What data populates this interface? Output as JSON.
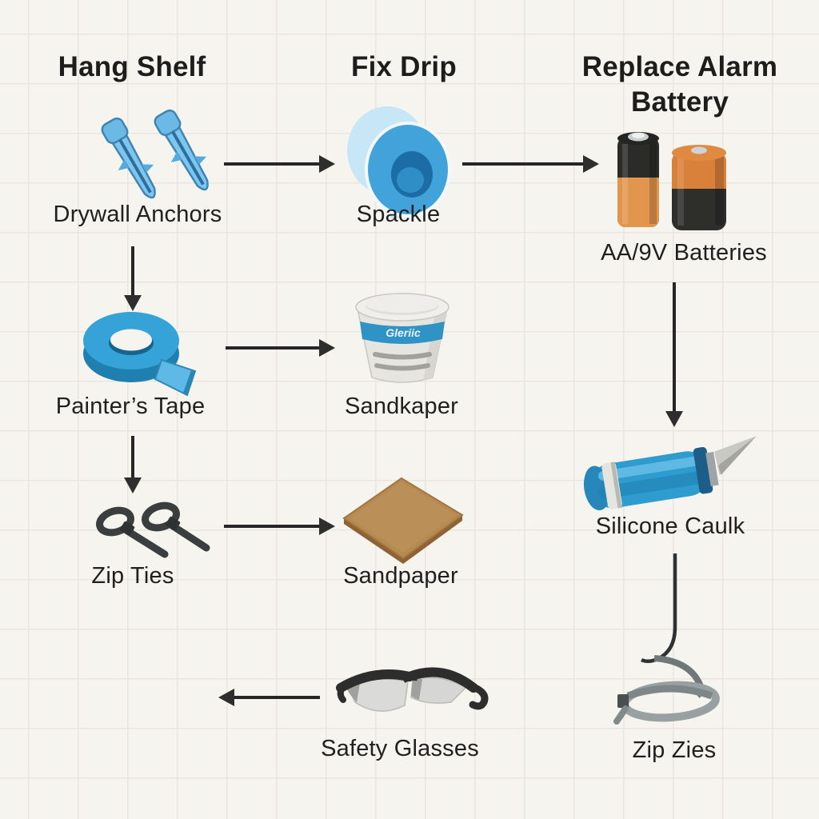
{
  "diagram": {
    "columns": [
      {
        "title": "Hang Shelf"
      },
      {
        "title": "Fix Drip"
      },
      {
        "title": "Replace Alarm Battery"
      }
    ],
    "nodes": {
      "drywall_anchors": {
        "label": "Drywall Anchors",
        "icon": "drywall-anchors-icon"
      },
      "spackle": {
        "label": "Spackle",
        "icon": "tape-roll-icon"
      },
      "batteries": {
        "label": "AA/9V Batteries",
        "icon": "batteries-icon"
      },
      "painters_tape": {
        "label": "Painter’s Tape",
        "icon": "painters-tape-icon"
      },
      "sandkaper": {
        "label": "Sandkaper",
        "icon": "spackle-tub-icon",
        "container_text": "Gleriic"
      },
      "zip_ties": {
        "label": "Zip Ties",
        "icon": "zip-ties-icon"
      },
      "sandpaper": {
        "label": "Sandpaper",
        "icon": "sandpaper-sheet-icon"
      },
      "silicone_caulk": {
        "label": "Silicone Caulk",
        "icon": "caulk-tube-icon"
      },
      "safety_glasses": {
        "label": "Safety Glasses",
        "icon": "safety-glasses-icon"
      },
      "zip_zies": {
        "label": "Zip Zies",
        "icon": "zip-tie-loop-icon"
      }
    },
    "edges": [
      {
        "from": "Drywall Anchors",
        "to": "Spackle",
        "direction": "right"
      },
      {
        "from": "Spackle",
        "to": "AA/9V Batteries",
        "direction": "right"
      },
      {
        "from": "Drywall Anchors",
        "to": "Painter’s Tape",
        "direction": "down"
      },
      {
        "from": "Painter’s Tape",
        "to": "Sandkaper",
        "direction": "right"
      },
      {
        "from": "Painter’s Tape",
        "to": "Zip Ties",
        "direction": "down"
      },
      {
        "from": "Zip Ties",
        "to": "Sandpaper",
        "direction": "right"
      },
      {
        "from": "AA/9V Batteries",
        "to": "Silicone Caulk",
        "direction": "down"
      },
      {
        "from": "Silicone Caulk",
        "to": "Zip Zies",
        "direction": "down-curve"
      },
      {
        "from": "Safety Glasses",
        "to": null,
        "direction": "left"
      }
    ],
    "colors": {
      "background": "#f6f4ee",
      "grid": "#e9e6df",
      "text": "#1d1d1b",
      "arrow": "#2e2e2e",
      "accent_blue": "#35a3d8",
      "battery_orange": "#e2954c",
      "sandpaper_brown": "#b78a52",
      "tie_gray": "#99a0a1"
    }
  }
}
